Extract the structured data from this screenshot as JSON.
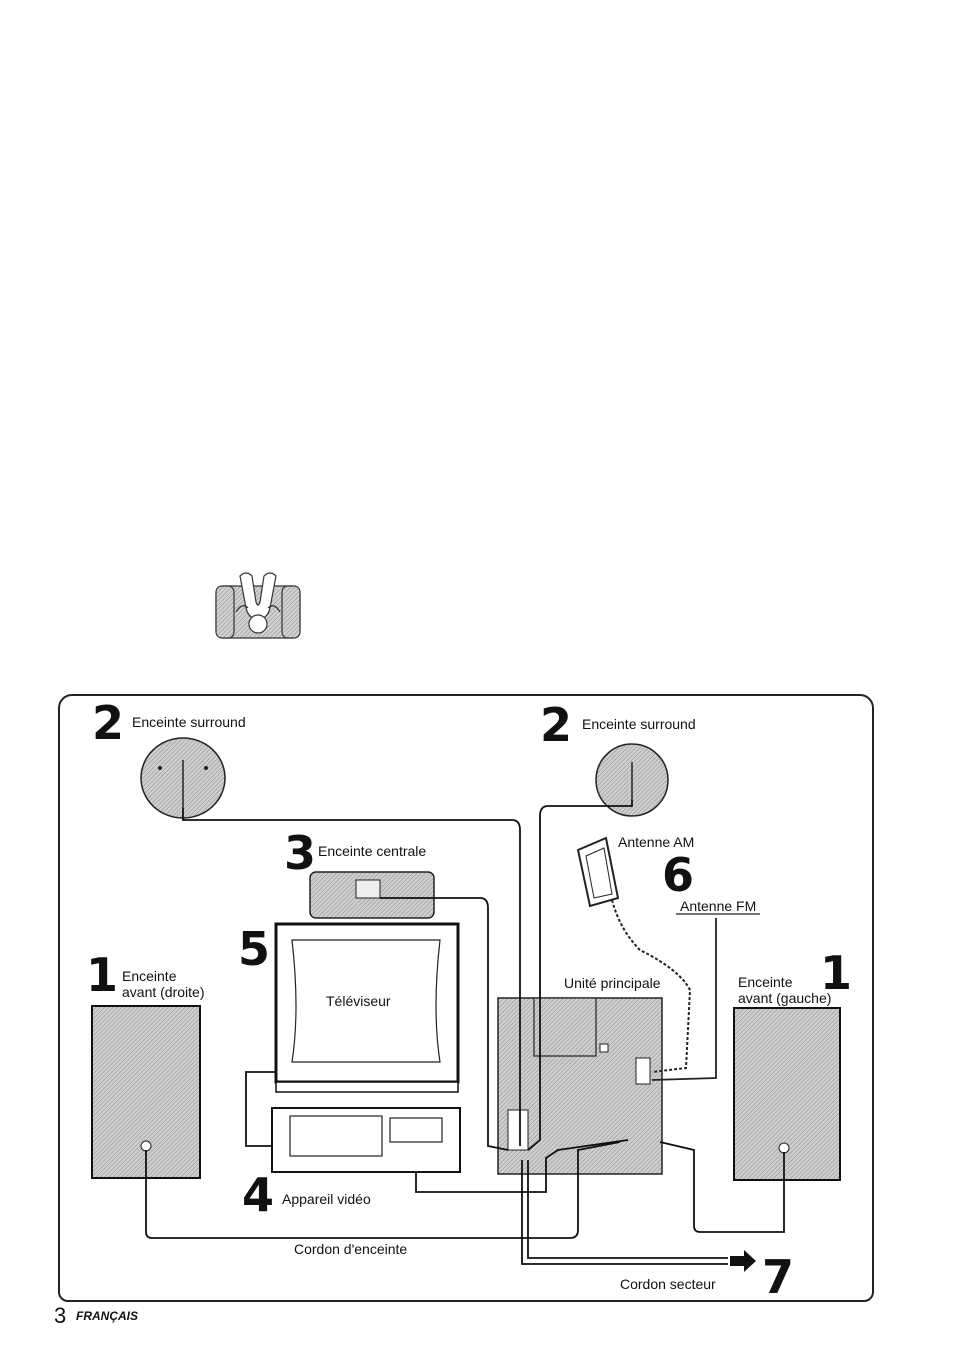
{
  "labels": {
    "surround_left": "Enceinte surround",
    "surround_right": "Enceinte surround",
    "center": "Enceinte centrale",
    "am_antenna": "Antenne AM",
    "fm_antenna": "Antenne FM",
    "front_right_line1": "Enceinte",
    "front_right_line2": "avant (droite)",
    "front_left_line1": "Enceinte",
    "front_left_line2": "avant (gauche)",
    "tv": "Téléviseur",
    "main_unit": "Unité principale",
    "vcr": "Appareil vidéo",
    "speaker_cord": "Cordon d'enceinte",
    "power_cord": "Cordon secteur"
  },
  "numbers": {
    "surround_left": "2",
    "surround_right": "2",
    "center": "3",
    "antenna": "6",
    "tv": "5",
    "front_right": "1",
    "front_left": "1",
    "vcr": "4",
    "power": "7"
  },
  "footer": {
    "page_number": "3",
    "language": "FRANÇAIS"
  }
}
